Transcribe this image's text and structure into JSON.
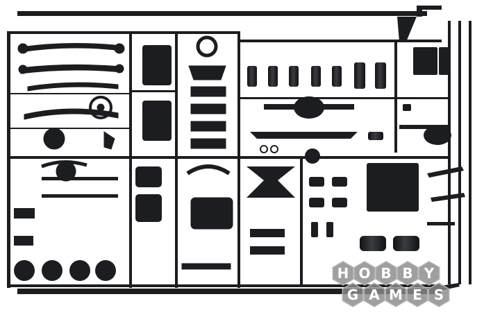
{
  "photo": {
    "subject": "plastic model kit sprue",
    "colors": {
      "background": "#ffffff",
      "plastic": "#1c1d20",
      "plastic_highlight": "#3a3c41"
    }
  },
  "watermark": {
    "line1": [
      "H",
      "O",
      "B",
      "B",
      "Y"
    ],
    "line2": [
      "G",
      "A",
      "M",
      "E",
      "S"
    ],
    "colors": {
      "hex": "#8a8a8a",
      "hex_edge": "#b5b5b5",
      "letter": "#ffffff"
    }
  }
}
